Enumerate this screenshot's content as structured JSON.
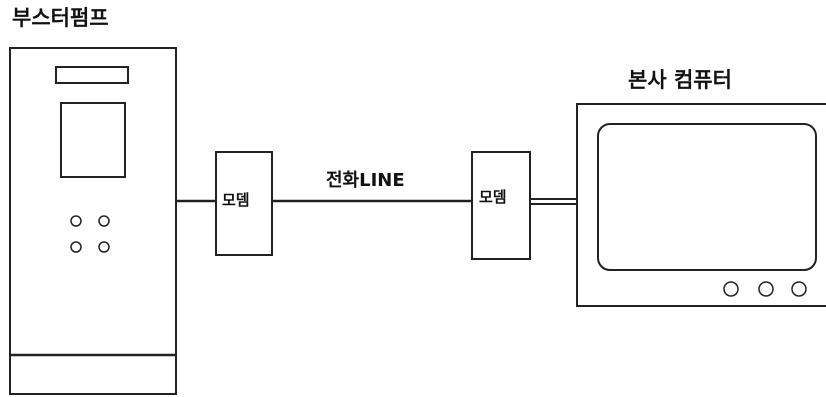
{
  "labels": {
    "booster_pump": "부스터펌프",
    "hq_computer": "본사 컴퓨터",
    "modem_left": "모뎀",
    "modem_right": "모뎀",
    "phone_line": "전화LINE"
  }
}
